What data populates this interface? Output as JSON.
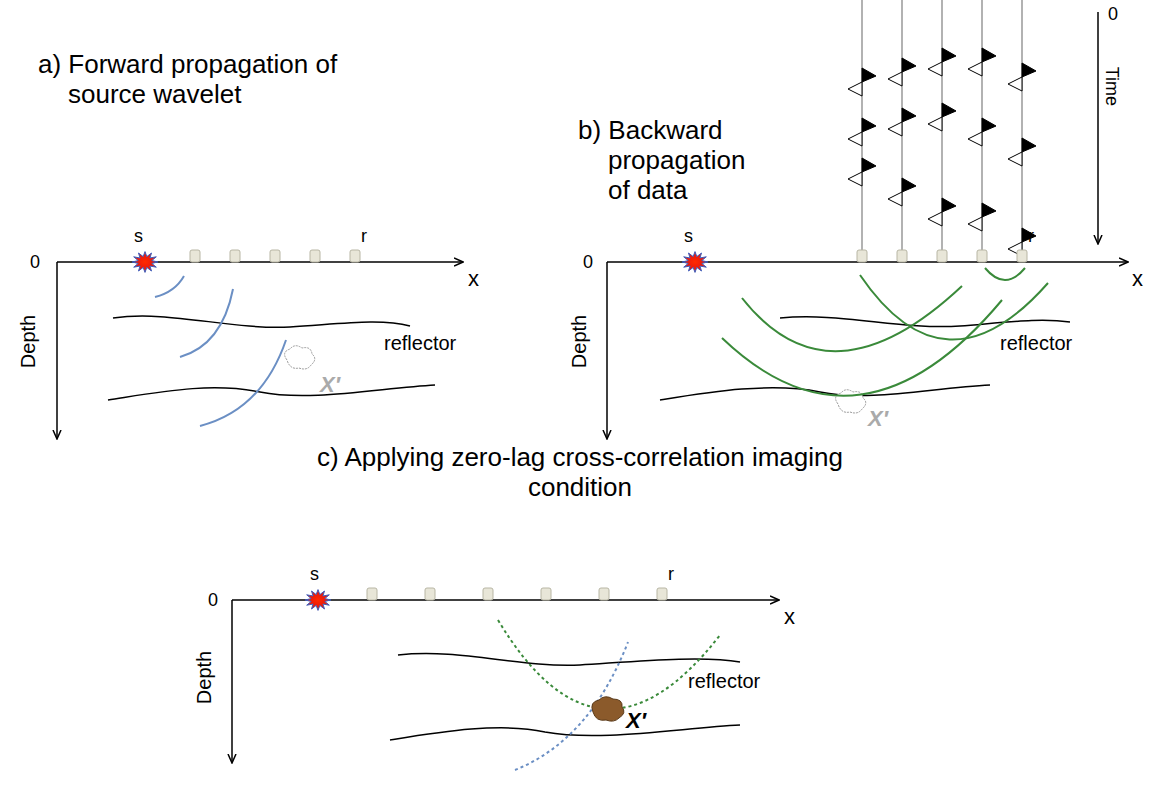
{
  "diagram": {
    "labels": [
      "a) Forward propagation of source wavelet",
      "s",
      "r",
      "0",
      "x",
      "Depth",
      "reflector",
      "X′",
      "b) Backward propagation of data",
      "0",
      "Time",
      "s",
      "r",
      "0",
      "x",
      "Depth",
      "reflector",
      "X′",
      "c) Applying zero-lag cross-correlation imaging condition",
      "s",
      "r",
      "0",
      "x",
      "Depth",
      "reflector",
      "X′"
    ]
  }
}
